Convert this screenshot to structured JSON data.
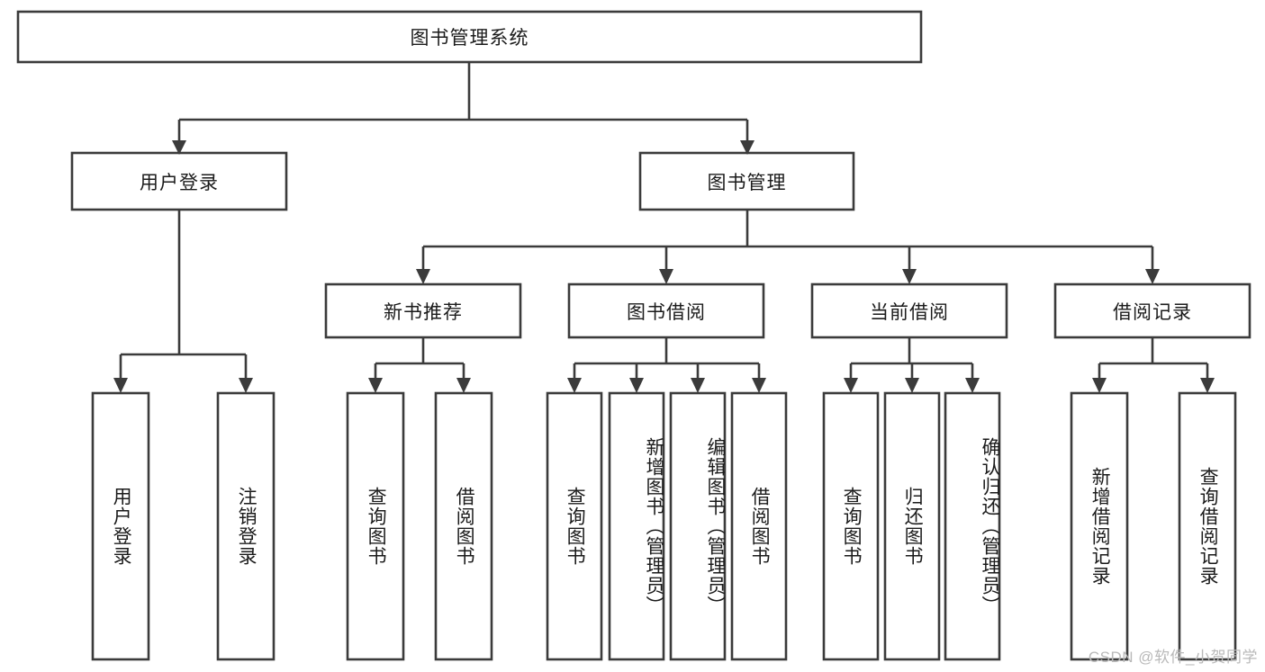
{
  "diagram": {
    "title": "图书管理系统",
    "type": "tree-hierarchy-diagram",
    "theme": {
      "background": "#ffffff",
      "box_fill": "#ffffff",
      "box_stroke": "#3b3b3b",
      "text_color": "#1b1b1b",
      "watermark_color": "#b9b9b9"
    },
    "watermark": "CSDN @软件_小贺同学",
    "root": {
      "label": "图书管理系统"
    },
    "level2": [
      {
        "label": "用户登录"
      },
      {
        "label": "图书管理"
      }
    ],
    "level3": [
      {
        "label": "新书推荐"
      },
      {
        "label": "图书借阅"
      },
      {
        "label": "当前借阅"
      },
      {
        "label": "借阅记录"
      }
    ],
    "leaves": {
      "user_login": [
        {
          "label": "用户登录"
        },
        {
          "label": "注销登录"
        }
      ],
      "new_book_recommend": [
        {
          "label": "查询图书"
        },
        {
          "label": "借阅图书"
        }
      ],
      "book_borrow": [
        {
          "label": "查询图书"
        },
        {
          "label": "新增图书（管理员）"
        },
        {
          "label": "编辑图书（管理员）"
        },
        {
          "label": "借阅图书"
        }
      ],
      "current_borrow": [
        {
          "label": "查询图书"
        },
        {
          "label": "归还图书"
        },
        {
          "label": "确认归还（管理员）"
        }
      ],
      "borrow_record": [
        {
          "label": "新增借阅记录"
        },
        {
          "label": "查询借阅记录"
        }
      ]
    }
  }
}
